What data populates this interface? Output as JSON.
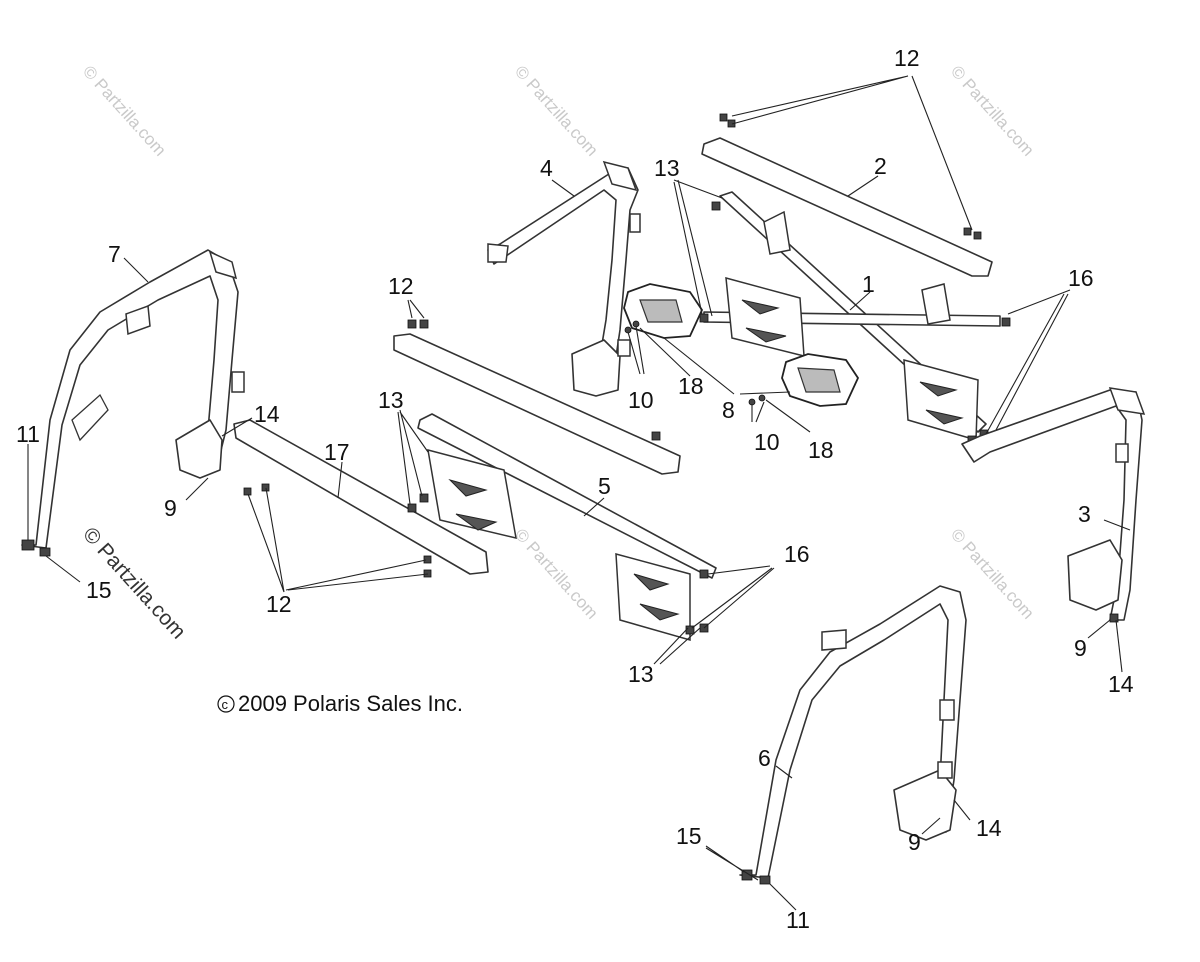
{
  "callouts": {
    "c1": "1",
    "c2": "2",
    "c3": "3",
    "c4": "4",
    "c5": "5",
    "c6": "6",
    "c7": "7",
    "c8": "8",
    "c9a": "9",
    "c9b": "9",
    "c9c": "9",
    "c10a": "10",
    "c10b": "10",
    "c11a": "11",
    "c11b": "11",
    "c12a": "12",
    "c12b": "12",
    "c12c": "12",
    "c13a": "13",
    "c13b": "13",
    "c13c": "13",
    "c14a": "14",
    "c14b": "14",
    "c14c": "14",
    "c15a": "15",
    "c15b": "15",
    "c16a": "16",
    "c16b": "16",
    "c17": "17",
    "c18a": "18",
    "c18b": "18"
  },
  "copyright": "2009 Polaris Sales Inc.",
  "copyright_symbol": "c",
  "watermark": "© Partzilla.com",
  "colors": {
    "line": "#333333",
    "watermark": "#c9c9c9",
    "background": "#ffffff"
  }
}
